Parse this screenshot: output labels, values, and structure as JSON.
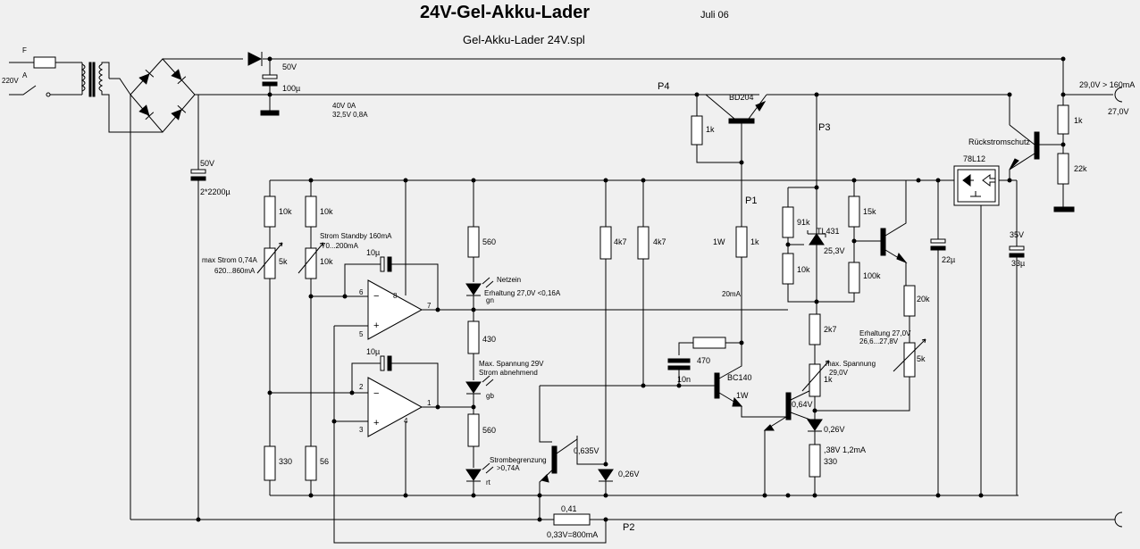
{
  "header": {
    "title": "24V-Gel-Akku-Lader",
    "date": "Juli 06",
    "filename": "Gel-Akku-Lader 24V.spl"
  },
  "input": {
    "fuse_label": "F",
    "fuse_unit": "A",
    "mains": "220V"
  },
  "supply": {
    "cap1_voltage": "50V",
    "cap1_value": "100µ",
    "note1": "40V 0A",
    "note2": "32,5V 0,8A",
    "cap2_voltage": "50V",
    "cap2_value": "2*2200µ"
  },
  "nodes": {
    "p1": "P1",
    "p2": "P2",
    "p3": "P3",
    "p4": "P4"
  },
  "output": {
    "out_top": "29,0V > 160mA",
    "out_bottom": "27,0V"
  },
  "parts": {
    "r_10k_a": "10k",
    "r_10k_b": "10k",
    "r_10k_c": "10k",
    "pot_5k_a": "5k",
    "max_strom": "max Strom 0,74A",
    "max_strom_range": "620...860mA",
    "strom_standby": "Strom Standby 160mA",
    "strom_standby_range": "70...200mA",
    "cap_10u_a": "10µ",
    "cap_10u_b": "10µ",
    "pin8": "8",
    "pin6": "6",
    "pin7": "7",
    "pin5": "5",
    "pin2": "2",
    "pin1": "1",
    "pin3": "3",
    "pin4": "4",
    "r_330_a": "330",
    "r_56": "56",
    "r_560_a": "560",
    "r_430": "430",
    "r_560_b": "560",
    "led_gn_note1": "Netzein",
    "led_gn_note2": "Erhaltung 27,0V <0,16A",
    "led_gn": "gn",
    "led_gb_note1": "Max. Spannung 29V",
    "led_gb_note2": "Strom abnehmend",
    "led_gb": "gb",
    "led_rt_note1": "Strombegrenzung",
    "led_rt_note2": ">0,74A",
    "led_rt": "rt",
    "r_4k7_a": "4k7",
    "r_4k7_b": "4k7",
    "r_1k_bd": "1k",
    "bd204": "BD204",
    "r_1w": "1W",
    "r_1k_p1": "1k",
    "ma20": "20mA",
    "r_470": "470",
    "c_10n": "10n",
    "bc140": "BC140",
    "bc140_w": "1W",
    "v_0635": "0,635V",
    "v_026a": "0,26V",
    "r_041": "0,41",
    "v_033": "0,33V=800mA",
    "r_91k": "91k",
    "r_10k_tl": "10k",
    "tl431": "TL431",
    "v_253": "25,3V",
    "r_15k": "15k",
    "r_100k": "100k",
    "r_2k7": "2k7",
    "max_spg": "max. Spannung",
    "max_spg_v": "29,0V",
    "pot_1k": "1k",
    "v_064": "0,64V",
    "v_026b": "0,26V",
    "v_38": ",38V 1,2mA",
    "r_330_b": "330",
    "r_20k": "20k",
    "erh_note": "Erhaltung 27,0V",
    "erh_range": "26,6...27,8V",
    "pot_5k_b": "5k",
    "c_22u": "22µ",
    "reg": "78L12",
    "c_35v": "35V",
    "c_33u": "33µ",
    "rueck": "Rückstromschutz",
    "r_1k_out": "1k",
    "r_22k": "22k"
  }
}
